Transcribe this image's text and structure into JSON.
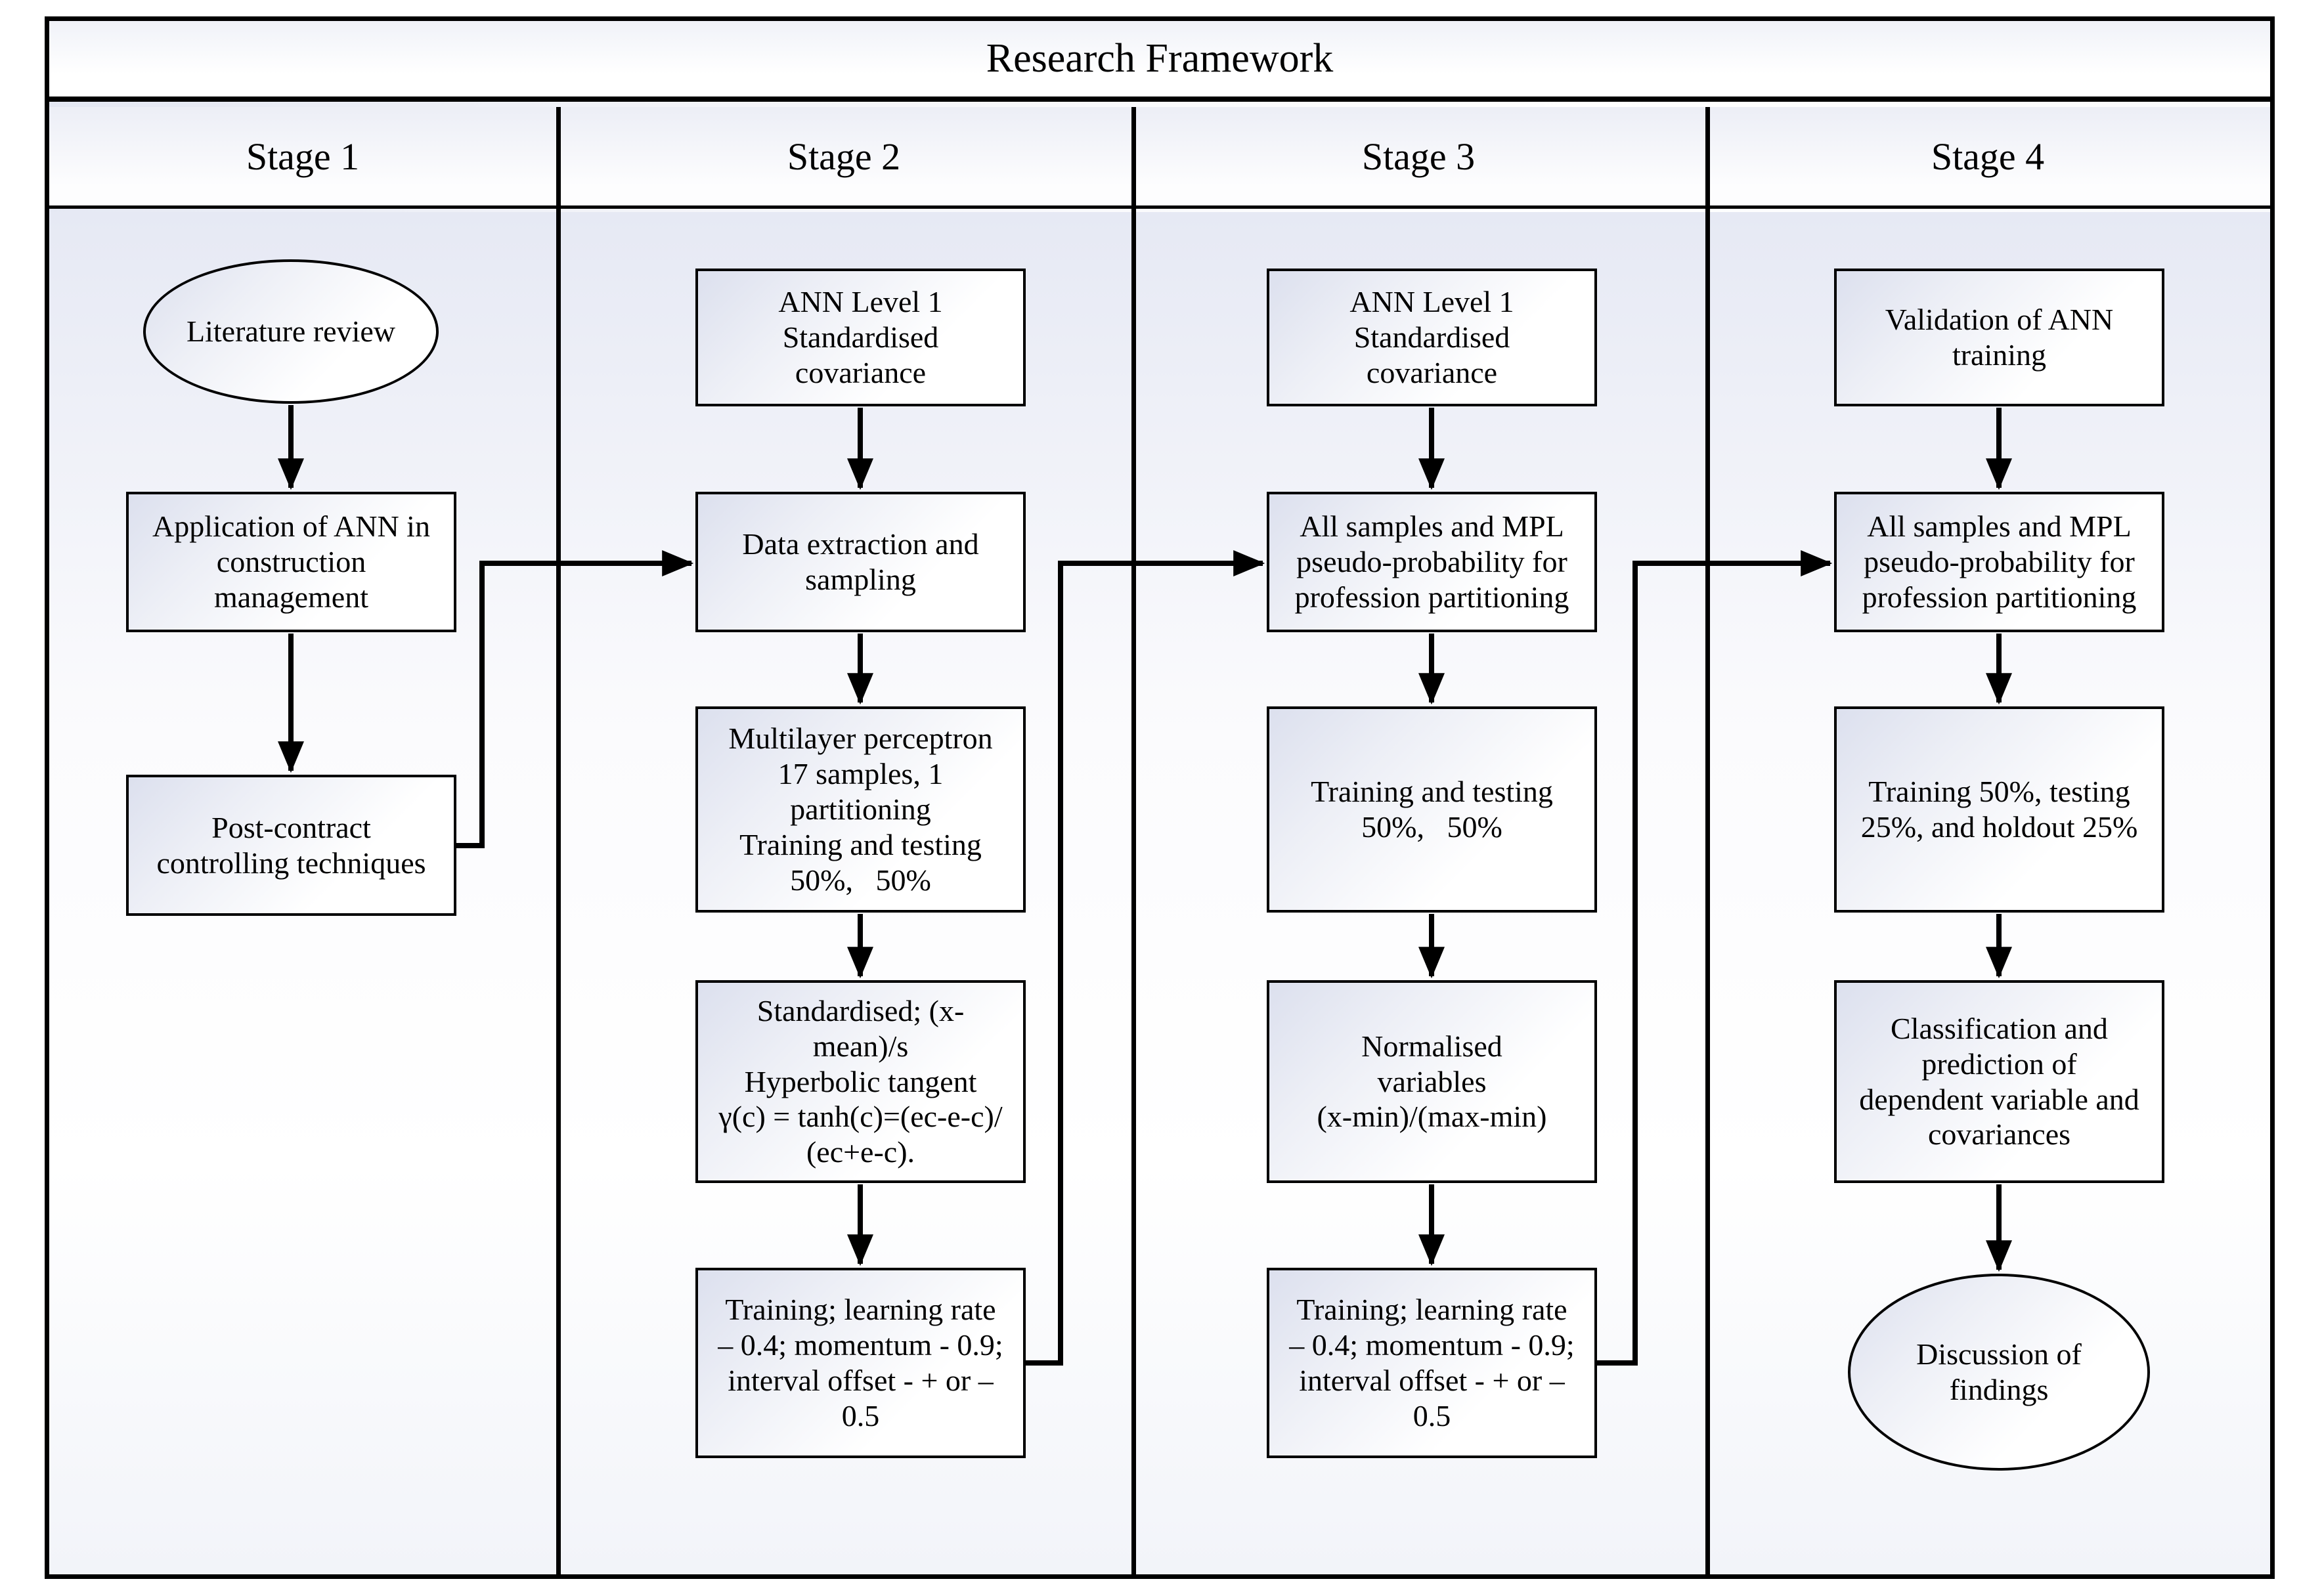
{
  "title": "Research Framework",
  "stages": [
    {
      "label": "Stage 1"
    },
    {
      "label": "Stage 2"
    },
    {
      "label": "Stage 3"
    },
    {
      "label": "Stage 4"
    }
  ],
  "nodes": {
    "literature_review": "Literature review",
    "application_ann": "Application of ANN in\nconstruction\nmanagement",
    "post_contract": "Post-contract\ncontrolling techniques",
    "ann_level1_s2": "ANN Level 1\nStandardised\ncovariance",
    "data_extraction": "Data extraction and\nsampling",
    "multilayer_perceptron": "Multilayer perceptron\n17 samples, 1\npartitioning\nTraining and testing\n50%,   50%",
    "standardised_tanh": "Standardised; (x-\nmean)/s\nHyperbolic tangent\nγ(c) = tanh(c)=(ec-e-c)/\n(ec+e-c).",
    "training_params_s2": "Training; learning rate\n– 0.4; momentum - 0.9;\ninterval offset - + or –\n0.5",
    "ann_level1_s3": "ANN Level 1\nStandardised\ncovariance",
    "all_samples_s3": "All samples and MPL\npseudo-probability for\nprofession partitioning",
    "training_testing_s3": "Training and testing\n50%,   50%",
    "normalised_variables": "Normalised\nvariables\n(x-min)/(max-min)",
    "training_params_s3": "Training; learning rate\n– 0.4; momentum - 0.9;\ninterval offset - + or –\n0.5",
    "validation_ann": "Validation of ANN\ntraining",
    "all_samples_s4": "All samples and MPL\npseudo-probability for\nprofession partitioning",
    "training_holdout": "Training 50%, testing\n25%, and holdout 25%",
    "classification": "Classification and\nprediction of\ndependent variable and\ncovariances",
    "discussion": "Discussion of\nfindings"
  }
}
